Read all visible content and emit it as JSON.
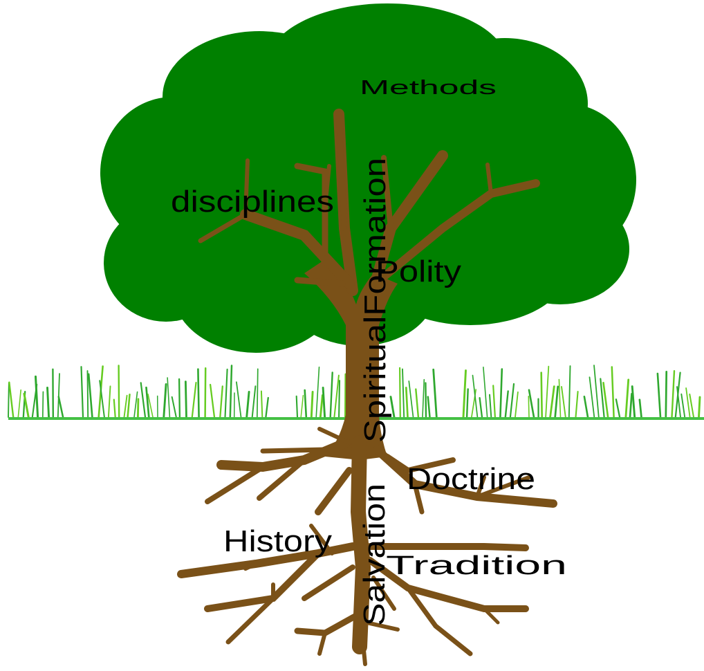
{
  "labels": {
    "methods": "Methods",
    "disciplines": "disciplines",
    "spiritual_formation": "SpiritualFormation",
    "polity": "Polity",
    "doctrine": "Doctrine",
    "history": "History",
    "salvation": "Salvation",
    "tradition": "Tradition"
  },
  "colors": {
    "canopy": "#008000",
    "wood": "#7a5118",
    "ground_line": "#44c044",
    "grass": "#66cc22",
    "grass_dark": "#2fa82f",
    "text": "#000000",
    "background": "#ffffff"
  }
}
